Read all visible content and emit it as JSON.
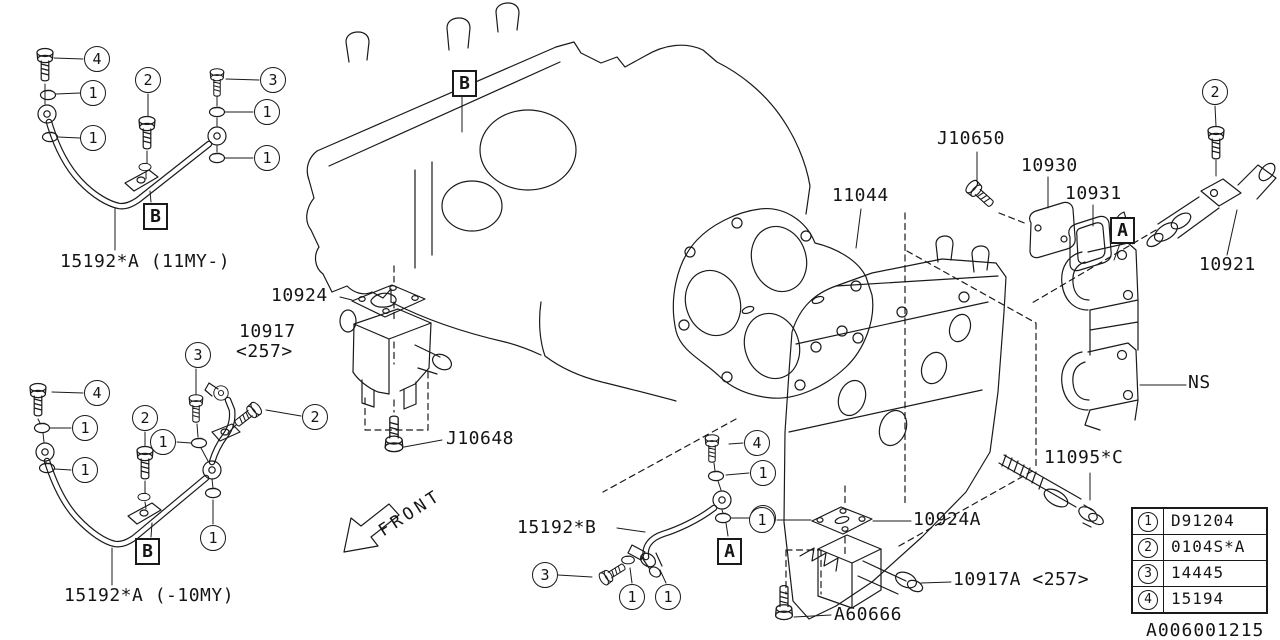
{
  "labels": {
    "pipe_11my": "15192*A (11MY-)",
    "pipe_10my": "15192*A (-10MY)",
    "g10924": "10924",
    "v10917": "10917",
    "v10917_note": "<257>",
    "j10648": "J10648",
    "hg11044": "11044",
    "j10650": "J10650",
    "c10930": "10930",
    "g10931": "10931",
    "ocv10921": "10921",
    "ns": "NS",
    "b11095": "11095*C",
    "hose15192b": "15192*B",
    "g10924a": "10924A",
    "v10917a": "10917A <257>",
    "a60666": "A60666",
    "front": "FRONT",
    "doc_code": "A006001215"
  },
  "callout_numbers": {
    "n1": "1",
    "n2": "2",
    "n3": "3",
    "n4": "4"
  },
  "boxed_letters": {
    "a": "A",
    "b": "B"
  },
  "legend": {
    "rows": [
      {
        "num": "1",
        "code": "D91204"
      },
      {
        "num": "2",
        "code": "0104S*A"
      },
      {
        "num": "3",
        "code": "14445"
      },
      {
        "num": "4",
        "code": "15194"
      }
    ]
  }
}
